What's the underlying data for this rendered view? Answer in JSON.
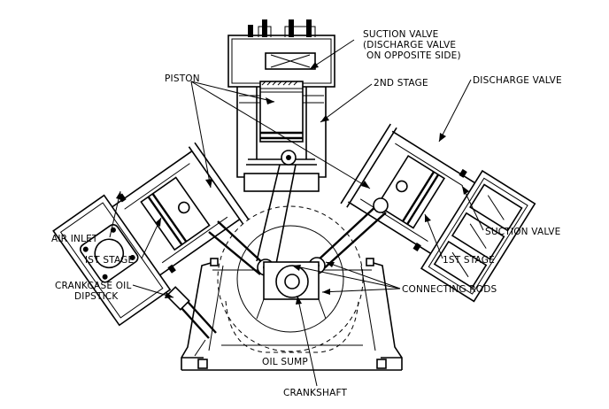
{
  "labels": {
    "suction_valve_top_1": "SUCTION VALVE",
    "suction_valve_top_2": "(DISCHARGE VALVE",
    "suction_valve_top_3": "ON OPPOSITE SIDE)",
    "piston": "PISTON",
    "second_stage": "2ND STAGE",
    "discharge_valve": "DISCHARGE VALVE",
    "air_inlet": "AIR INLET",
    "first_stage_left": "IST STAGE",
    "suction_valve_right": "SUCTION VALVE",
    "first_stage_right": "1ST STAGE",
    "crankcase_oil_1": "CRANKCASE OIL",
    "crankcase_oil_2": "DIPSTICK",
    "connecting_rods": "CONNECTING RODS",
    "oil_sump": "OIL SUMP",
    "crankshaft": "CRANKSHAFT"
  },
  "colors": {
    "line": "#000000",
    "background": "#ffffff"
  }
}
